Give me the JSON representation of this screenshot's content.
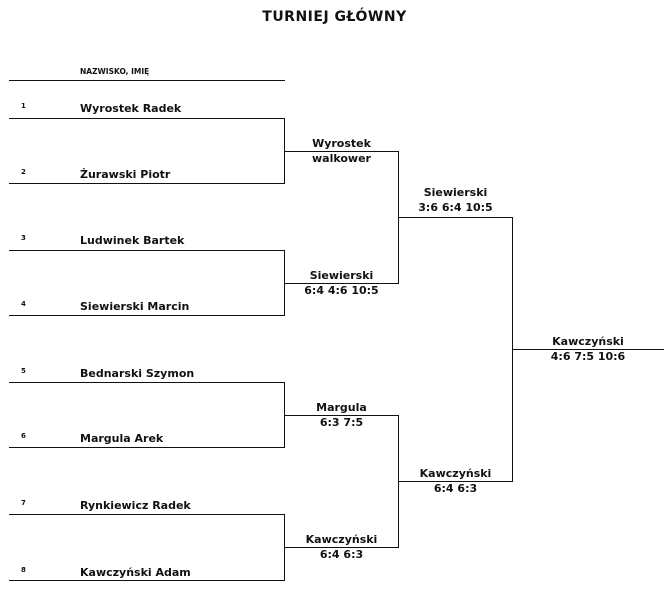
{
  "title": "TURNIEJ GŁÓWNY",
  "header": "NAZWISKO, IMIĘ",
  "players": [
    {
      "num": "1",
      "name": "Wyrostek Radek"
    },
    {
      "num": "2",
      "name": "Żurawski Piotr"
    },
    {
      "num": "3",
      "name": "Ludwinek Bartek"
    },
    {
      "num": "4",
      "name": "Siewierski Marcin"
    },
    {
      "num": "5",
      "name": "Bednarski Szymon"
    },
    {
      "num": "6",
      "name": "Margula Arek"
    },
    {
      "num": "7",
      "name": "Rynkiewicz Radek"
    },
    {
      "num": "8",
      "name": "Kawczyński Adam"
    }
  ],
  "round2": [
    {
      "winner": "Wyrostek",
      "score": "walkower"
    },
    {
      "winner": "Siewierski",
      "score": "6:4 4:6 10:5"
    },
    {
      "winner": "Margula",
      "score": "6:3 7:5"
    },
    {
      "winner": "Kawczyński",
      "score": "6:4 6:3"
    }
  ],
  "semis": [
    {
      "winner": "Siewierski",
      "score": "3:6 6:4 10:5"
    },
    {
      "winner": "Kawczyński",
      "score": "6:4 6:3"
    }
  ],
  "final": {
    "winner": "Kawczyński",
    "score": "4:6 7:5 10:6"
  }
}
